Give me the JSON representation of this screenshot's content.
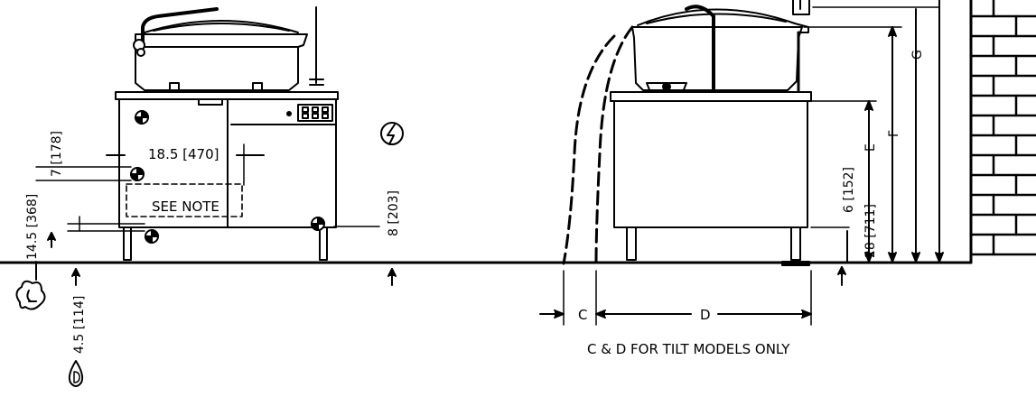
{
  "left_view": {
    "dim_7": "7 [178]",
    "dim_18_5": "18.5 [470]",
    "see_note": "SEE NOTE",
    "dim_14_5": "14.5 [368]",
    "dim_8": "8 [203]",
    "dim_4_5": "4.5 [114]"
  },
  "right_view": {
    "label_c": "C",
    "label_d": "D",
    "label_e": "E",
    "label_f": "F",
    "label_g": "G",
    "dim_6": "6 [152]",
    "dim_28": "28 [711]",
    "footnote": "C & D FOR TILT MODELS ONLY"
  },
  "icons": [
    "electric-icon",
    "gas-icon",
    "drain-icon",
    "utility-connection-icon"
  ]
}
